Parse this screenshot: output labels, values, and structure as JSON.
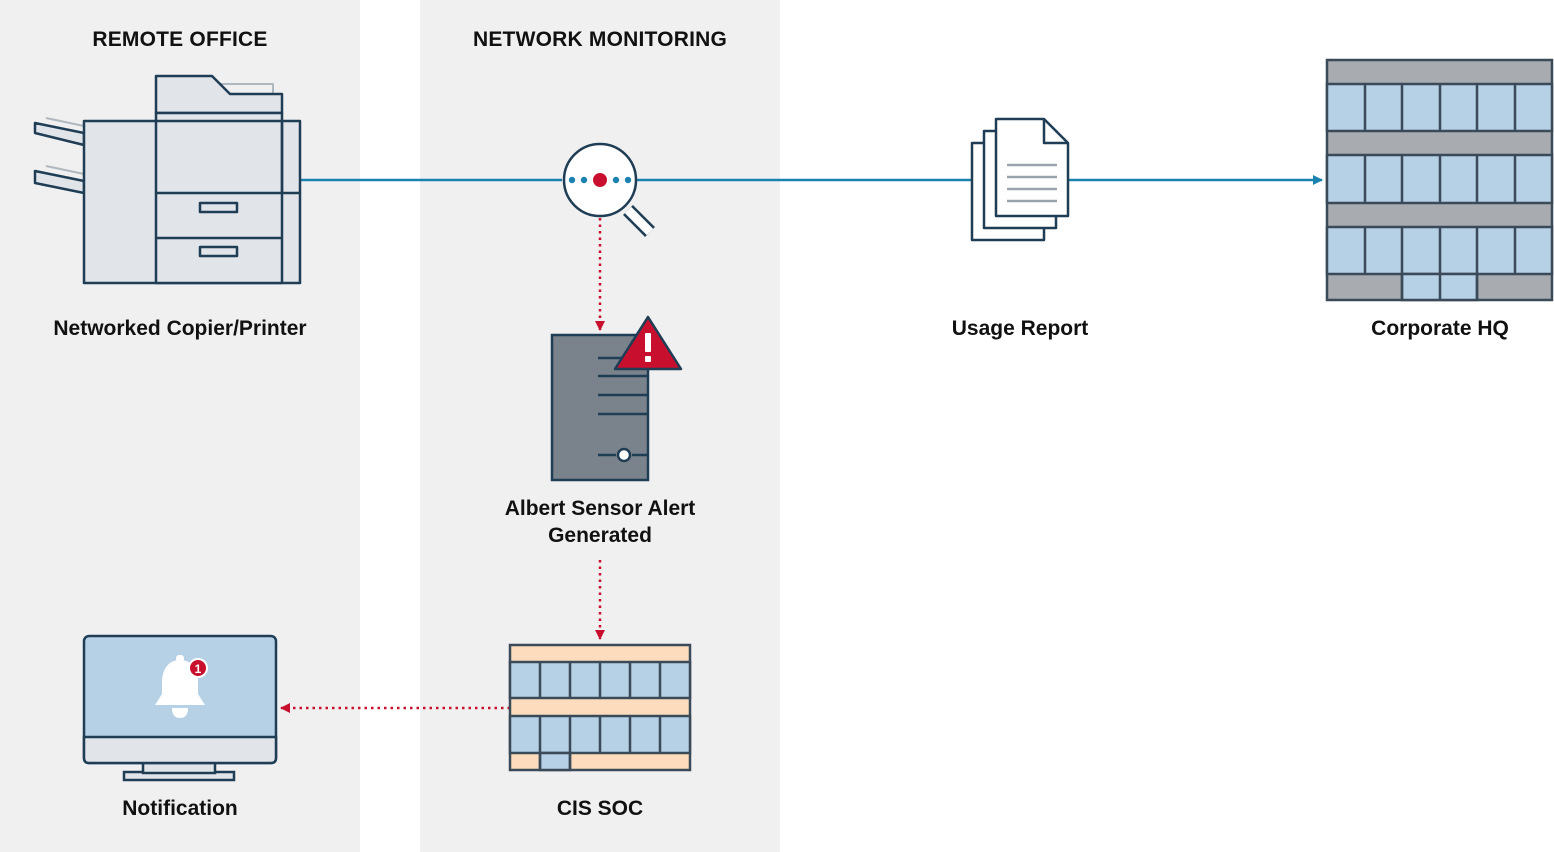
{
  "columns": {
    "remote_office": "REMOTE OFFICE",
    "network_monitoring": "NETWORK MONITORING"
  },
  "nodes": {
    "copier": "Networked Copier/Printer",
    "albert_line1": "Albert Sensor Alert",
    "albert_line2": "Generated",
    "usage_report": "Usage Report",
    "corporate_hq": "Corporate HQ",
    "cis_soc": "CIS SOC",
    "notification": "Notification",
    "notification_badge": "1"
  },
  "colors": {
    "panel_bg": "#f0f0f1",
    "outline": "#1f3d55",
    "flow_blue": "#1b82b0",
    "alert_red": "#c8102e",
    "glass_blue": "#b6d0e5",
    "hq_gray": "#a8abaf",
    "soc_peach": "#fcdcbc",
    "server_gray": "#7a838b"
  },
  "icons": {
    "copier": "printer-icon",
    "sensor": "magnifier-icon",
    "report": "document-stack-icon",
    "hq": "building-icon",
    "server": "server-icon",
    "alert": "warning-triangle-icon",
    "soc": "building-icon",
    "monitor": "monitor-icon",
    "bell": "bell-icon"
  }
}
